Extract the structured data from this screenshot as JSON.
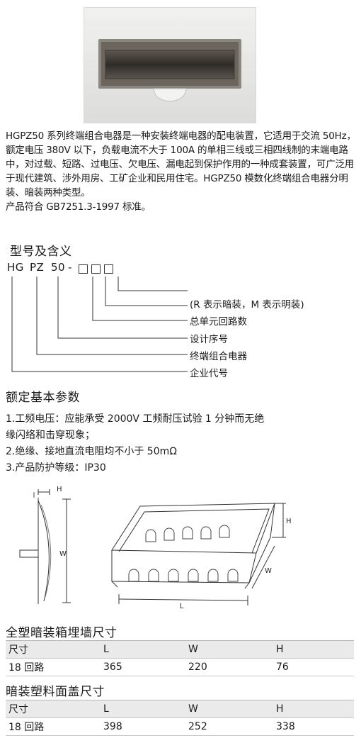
{
  "intro": {
    "paragraph": "HGPZ50 系列终端组合电器是一种安装终端电器的配电装置，它适用于交流 50Hz，额定电压 380V 以下，负载电流不大于 100A 的单相三线或三相四线制的末端电路中，对过载、短路、过电压、欠电压、漏电起到保护作用的一种成套装置，可广泛用于现代建筑、涉外用房、工矿企业和民用住宅。HGPZ50 模数化终端组合电器分明装、暗装两种类型。",
    "standard": "产品符合 GB7251.3-1997 标准。"
  },
  "model": {
    "heading": "型号及含义",
    "code": [
      "HG",
      "PZ",
      "50",
      "-"
    ],
    "meanings": [
      "(R 表示暗装，M 表示明装)",
      "总单元回路数",
      "设计序号",
      "终端组合电器",
      "企业代号"
    ]
  },
  "params": {
    "heading": "额定基本参数",
    "items": [
      "1.工频电压：应能承受 2000V 工频耐压试验 1 分钟而无绝",
      "缘闪络和击穿现象；",
      "2.绝缘、接地直流电阻均不小于 50mΩ",
      "3.产品防护等级：IP30"
    ]
  },
  "drawing": {
    "side": {
      "h": "H",
      "w": "W"
    },
    "box": {
      "h": "H",
      "w": "W",
      "l": "L"
    }
  },
  "table1": {
    "title": "全塑暗装箱埋墙尺寸",
    "header": [
      "尺寸",
      "L",
      "W",
      "H"
    ],
    "row": [
      "18 回路",
      "365",
      "220",
      "76"
    ]
  },
  "table2": {
    "title": "暗装塑料面盖尺寸",
    "header": [
      "尺寸",
      "L",
      "W",
      "H"
    ],
    "row": [
      "18 回路",
      "398",
      "252",
      "338"
    ]
  }
}
